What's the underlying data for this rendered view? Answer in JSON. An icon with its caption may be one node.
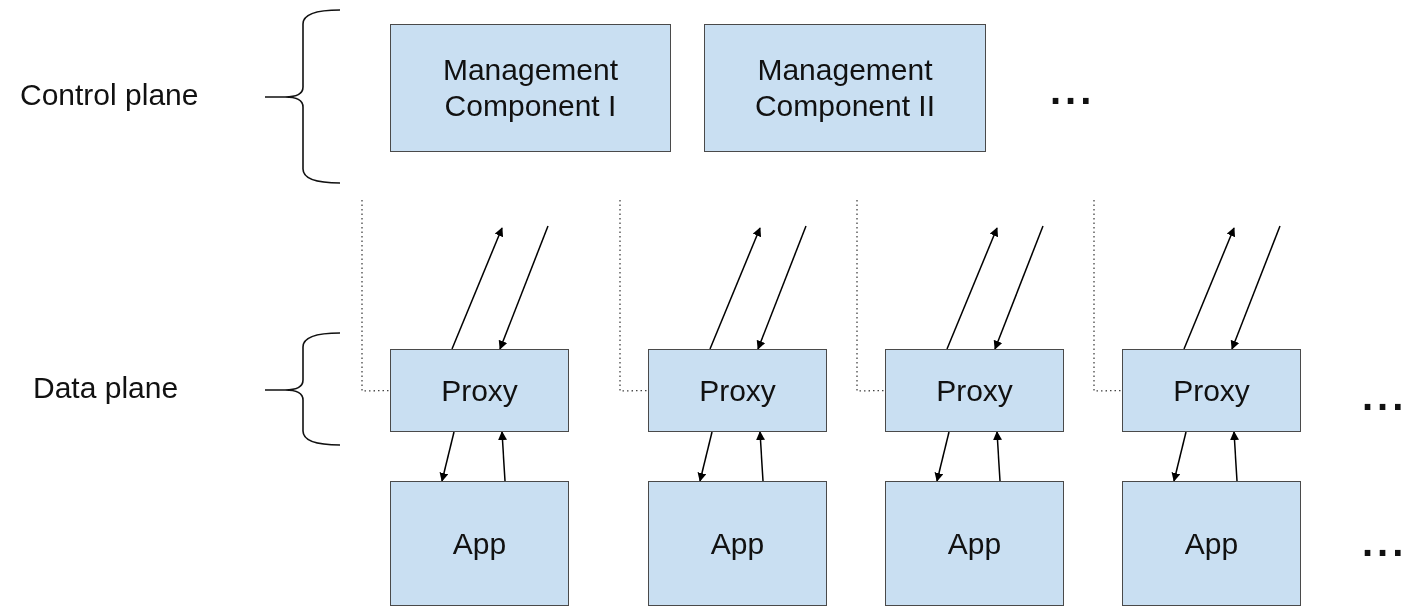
{
  "diagram": {
    "nodes": [
      {
        "text": [
          "Management Component I"
        ]
      },
      {
        "text": [
          "Management Component II"
        ]
      },
      {
        "text": [
          "Proxy"
        ]
      },
      {
        "text": [
          "Proxy"
        ]
      },
      {
        "text": [
          "Proxy"
        ]
      },
      {
        "text": [
          "Proxy"
        ]
      },
      {
        "text": [
          "App"
        ]
      },
      {
        "text": [
          "App"
        ]
      },
      {
        "text": [
          "App"
        ]
      },
      {
        "text": [
          "App"
        ]
      }
    ],
    "edges": [
      {
        "from": 2,
        "to": null,
        "arrow": "to"
      },
      {
        "from": null,
        "to": 2,
        "arrow": "to"
      },
      {
        "from": 2,
        "to": 6,
        "arrow": "to"
      },
      {
        "from": 6,
        "to": 2,
        "arrow": "to"
      },
      {
        "from": null,
        "to": 2,
        "arrow": "none",
        "style": "dashed"
      },
      {
        "from": 3,
        "to": null,
        "arrow": "to"
      },
      {
        "from": null,
        "to": 3,
        "arrow": "to"
      },
      {
        "from": 3,
        "to": 7,
        "arrow": "to"
      },
      {
        "from": 7,
        "to": 3,
        "arrow": "to"
      },
      {
        "from": null,
        "to": 3,
        "arrow": "none",
        "style": "dashed"
      },
      {
        "from": 4,
        "to": null,
        "arrow": "to"
      },
      {
        "from": null,
        "to": 4,
        "arrow": "to"
      },
      {
        "from": 4,
        "to": 8,
        "arrow": "to"
      },
      {
        "from": 8,
        "to": 4,
        "arrow": "to"
      },
      {
        "from": null,
        "to": 4,
        "arrow": "none",
        "style": "dashed"
      },
      {
        "from": 5,
        "to": null,
        "arrow": "to"
      },
      {
        "from": null,
        "to": 5,
        "arrow": "to"
      },
      {
        "from": 5,
        "to": 9,
        "arrow": "to"
      },
      {
        "from": 9,
        "to": 5,
        "arrow": "to"
      },
      {
        "from": null,
        "to": 5,
        "arrow": "none",
        "style": "dashed"
      }
    ],
    "labels": [
      "Control plane",
      "Data plane",
      "...",
      "...",
      "..."
    ]
  }
}
